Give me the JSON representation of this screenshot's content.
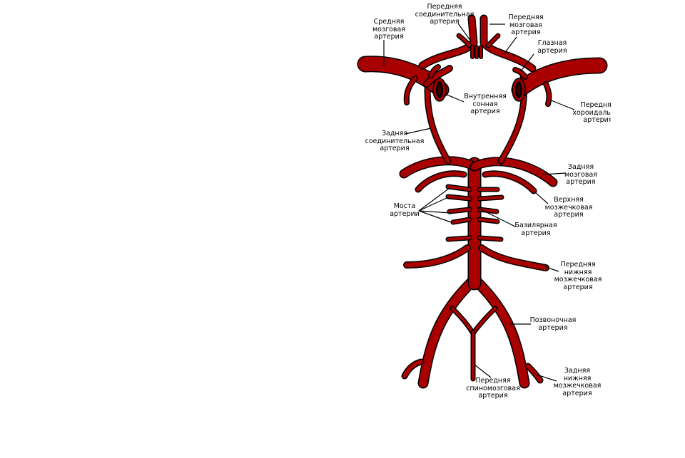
{
  "labels": {
    "acom": "Передняя\nсоединительная\nартерия",
    "mca": "Средняя\nмозговая\nартерия",
    "aca": "Передняя\nмозговая\nартерия",
    "ophthalmic": "Глазная\nартерия",
    "ica": "Внутренняя\nсонная\nартерия",
    "acha": "Передняя\nхороидальная\nартерия",
    "pcom": "Задняя\nсоединительная\nартерия",
    "pca": "Задняя\nмозговая\nартерия",
    "sca": "Верхняя\nмозжечковая\nартерия",
    "pontine": "Моста\nартерии",
    "basilar": "Базилярная\nартерия",
    "aica": "Передняя\nнижняя\nмозжечковая\nартерия",
    "vertebral": "Позвоночная\nартерия",
    "pica": "Задняя\nнижняя\nмозжечковая\nартерия",
    "asa": "Передняя\nспиномозговая\nартерия"
  },
  "colors": {
    "artery": "#a80000",
    "outline": "#000000"
  }
}
